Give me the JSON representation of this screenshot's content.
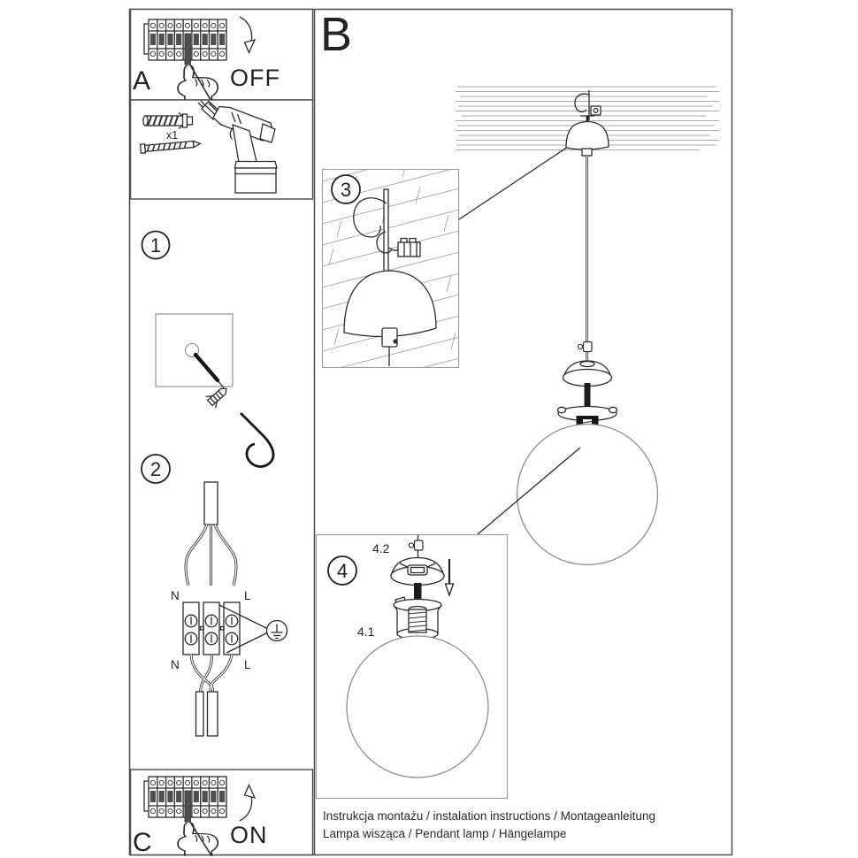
{
  "panel_a": {
    "label": "A",
    "state": "OFF"
  },
  "tools": {
    "qty": "x1"
  },
  "step1": {
    "num": "1"
  },
  "step2": {
    "num": "2",
    "n_top": "N",
    "l_top": "L",
    "n_bottom": "N",
    "l_bottom": "L"
  },
  "panel_b": {
    "label": "B"
  },
  "step3": {
    "num": "3"
  },
  "step4": {
    "num": "4",
    "sub41": "4.1",
    "sub42": "4.2"
  },
  "panel_c": {
    "label": "C",
    "state": "ON"
  },
  "footer": {
    "line1": "Instrukcja montażu / instalation instructions / Montageanleitung",
    "line2": "Lampa wisząca / Pendant lamp / Hängelampe"
  },
  "colors": {
    "ink": "#2b2b2b",
    "light_line": "#a6a6a6",
    "paper": "#ffffff"
  }
}
